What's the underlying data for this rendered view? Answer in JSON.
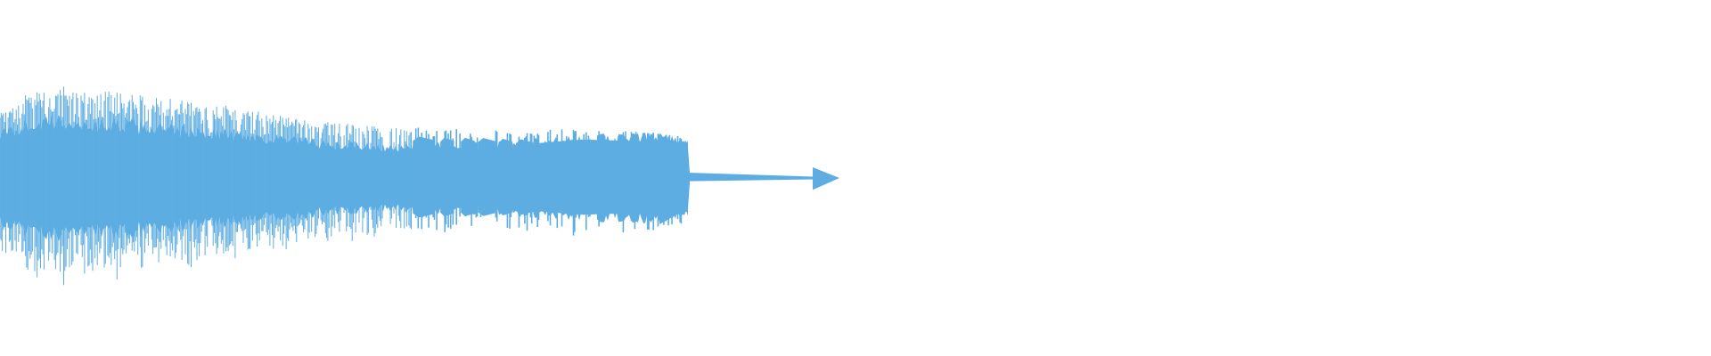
{
  "waveform": {
    "color": "#5dade2",
    "background": "#ffffff",
    "note": "",
    "envelope": [
      [
        0.0,
        0.62,
        0.4
      ],
      [
        0.045,
        0.82,
        0.5
      ],
      [
        0.09,
        0.86,
        0.52
      ],
      [
        0.13,
        0.8,
        0.48
      ],
      [
        0.17,
        0.82,
        0.5
      ],
      [
        0.205,
        0.78,
        0.48
      ],
      [
        0.25,
        0.74,
        0.44
      ],
      [
        0.3,
        0.7,
        0.42
      ],
      [
        0.35,
        0.66,
        0.4
      ],
      [
        0.395,
        0.6,
        0.36
      ],
      [
        0.44,
        0.55,
        0.34
      ],
      [
        0.48,
        0.52,
        0.3
      ],
      [
        0.52,
        0.52,
        0.3
      ],
      [
        0.56,
        0.48,
        0.28
      ],
      [
        0.6,
        0.48,
        0.28
      ],
      [
        0.64,
        0.46,
        0.3
      ],
      [
        0.7,
        0.46,
        0.3
      ],
      [
        0.76,
        0.44,
        0.32
      ],
      [
        0.82,
        0.46,
        0.34
      ],
      [
        0.86,
        0.44,
        0.36
      ],
      [
        0.94,
        0.44,
        0.38
      ],
      [
        1.0,
        0.38,
        0.34
      ]
    ],
    "tail_amplitude": 0.05,
    "end_marker_amplitude": 0.1
  }
}
